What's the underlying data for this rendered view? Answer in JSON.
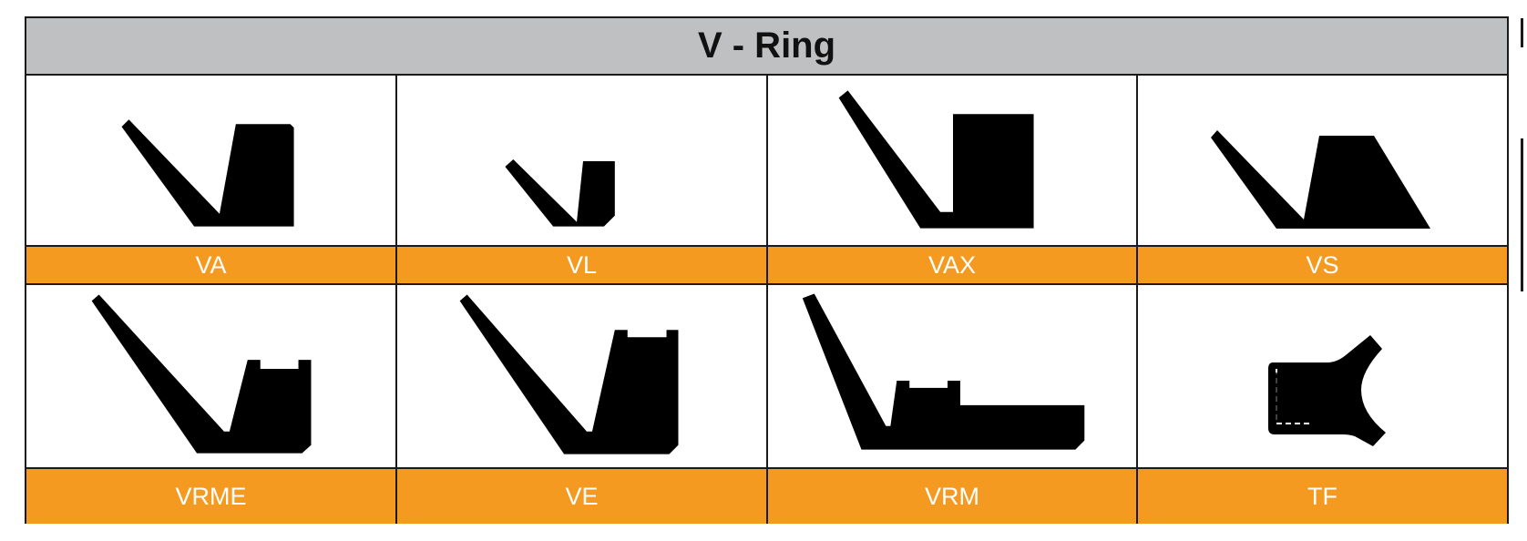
{
  "title": "V - Ring",
  "colors": {
    "header_bg": "#bfc0c2",
    "label_bg": "#f59a20",
    "label_text": "#ffffff",
    "shape": "#000000"
  },
  "profiles": [
    {
      "label": "VA"
    },
    {
      "label": "VL"
    },
    {
      "label": "VAX"
    },
    {
      "label": "VS"
    },
    {
      "label": "VRME"
    },
    {
      "label": "VE"
    },
    {
      "label": "VRM"
    },
    {
      "label": "TF"
    }
  ]
}
